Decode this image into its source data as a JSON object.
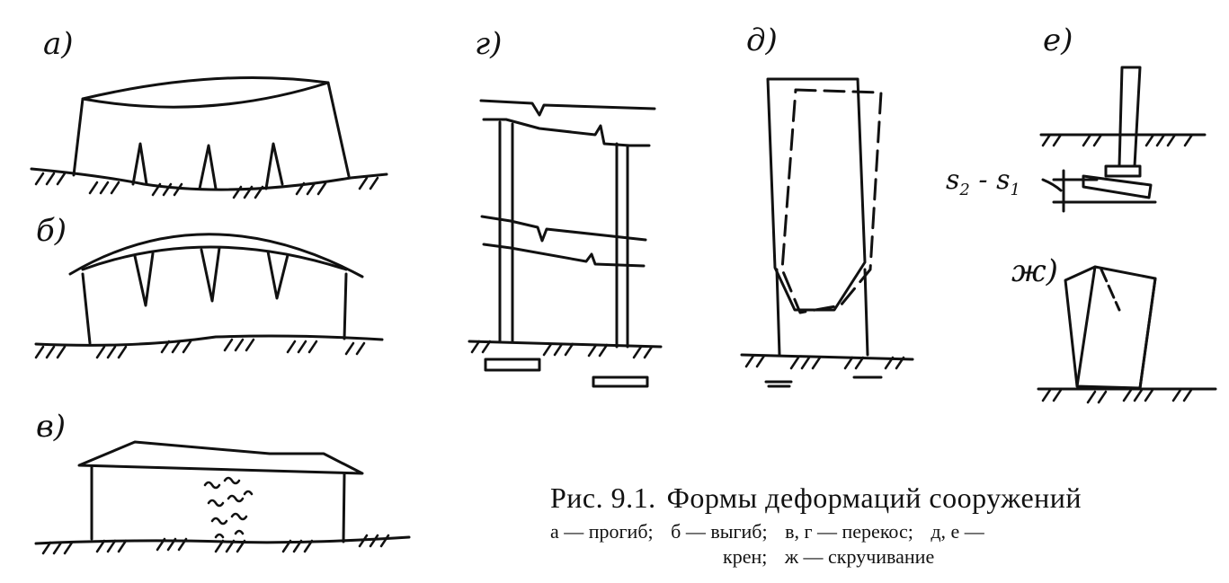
{
  "panels": {
    "a": "а)",
    "b": "б)",
    "v": "в)",
    "g": "г)",
    "d": "д)",
    "e": "е)",
    "zh": "ж)"
  },
  "formula": {
    "s2": "s",
    "s2_sub": "2",
    "minus": " - ",
    "s1": "s",
    "s1_sub": "1"
  },
  "caption": {
    "prefix": "Рис. 9.1.",
    "title": "Формы деформаций сооружений",
    "legend_line1": [
      "а — прогиб;",
      "б — выгиб;",
      "в, г — перекос;",
      "д, е —"
    ],
    "legend_line2": [
      "крен;",
      "ж — скручивание"
    ]
  }
}
